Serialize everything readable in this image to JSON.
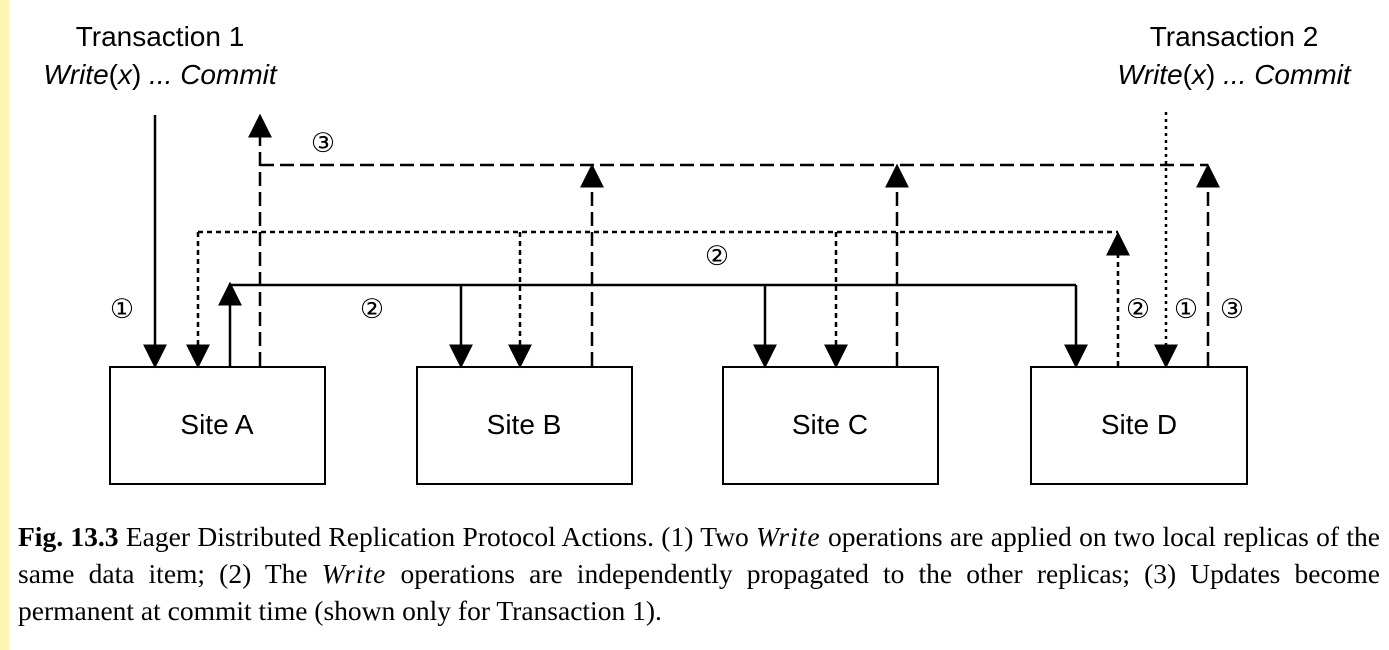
{
  "transactions": [
    {
      "title": "Transaction 1",
      "op_word": "Write",
      "op_arg": "x",
      "op_rest": "... Commit"
    },
    {
      "title": "Transaction 2",
      "op_word": "Write",
      "op_arg": "x",
      "op_rest": "... Commit"
    }
  ],
  "sites": [
    "Site A",
    "Site B",
    "Site C",
    "Site D"
  ],
  "step_markers": {
    "one": "①",
    "two": "②",
    "three": "③"
  },
  "caption": {
    "label": "Fig. 13.3",
    "part1": "Eager Distributed Replication Protocol Actions. (1) Two",
    "word1": "Write",
    "part2": "operations are applied on two local replicas of the same data item; (2) The",
    "word2": "Write",
    "part3": "operations are independently propagated to the other replicas; (3) Updates become permanent at commit time (shown only for Transaction 1)."
  },
  "colors": {
    "line": "#000000",
    "accent_bar": "#fdf6b2"
  }
}
